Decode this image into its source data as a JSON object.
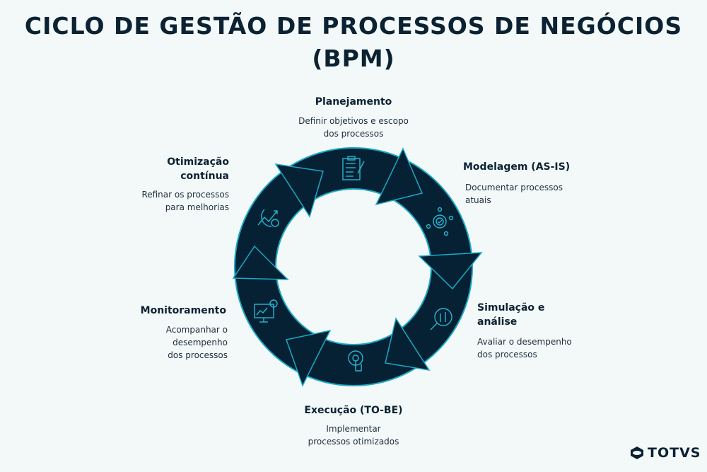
{
  "title": "CICLO DE GESTÃO DE PROCESSOS DE NEGÓCIOS (BPM)",
  "colors": {
    "ring": "#062133",
    "outline": "#18a9c6",
    "icon": "#27b6d3"
  },
  "stages": [
    {
      "title": "Planejamento",
      "desc": "Definir objetivos e escopo dos processos",
      "icon": "clipboard-checklist-icon"
    },
    {
      "title": "Modelagem (AS-IS)",
      "desc": "Documentar processos atuais",
      "icon": "gear-network-icon"
    },
    {
      "title": "Simulação e análise",
      "desc": "Avaliar o desempenho dos processos",
      "icon": "magnifier-circuit-icon"
    },
    {
      "title": "Execução (TO-BE)",
      "desc": "Implementar processos otimizados",
      "icon": "gear-touch-icon"
    },
    {
      "title": "Monitoramento",
      "desc": "Acompanhar o desempenho dos processos",
      "icon": "monitor-chart-icon"
    },
    {
      "title": "Otimização contínua",
      "desc": "Refinar os processos para melhorias",
      "icon": "growth-cycle-icon"
    }
  ],
  "logo": "TOTVS"
}
